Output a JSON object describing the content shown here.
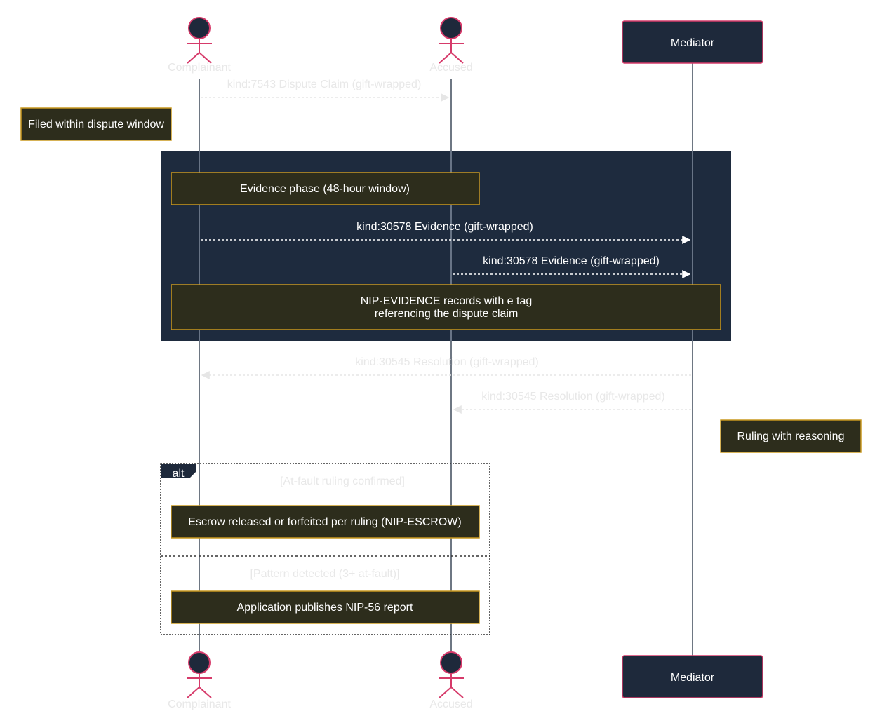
{
  "participants": {
    "complainant": "Complainant",
    "accused": "Accused",
    "mediator": "Mediator"
  },
  "messages": {
    "dispute_claim": "kind:7543 Dispute Claim (gift-wrapped)",
    "evidence_complainant": "kind:30578 Evidence (gift-wrapped)",
    "evidence_accused": "kind:30578 Evidence (gift-wrapped)",
    "resolution_complainant": "kind:30545 Resolution (gift-wrapped)",
    "resolution_accused": "kind:30545 Resolution (gift-wrapped)"
  },
  "notes": {
    "filed_window": "Filed within dispute window",
    "evidence_phase": "Evidence phase (48-hour window)",
    "nip_evidence_line1": "NIP-EVIDENCE records with e tag",
    "nip_evidence_line2": "referencing the dispute claim",
    "ruling": "Ruling with reasoning",
    "escrow": "Escrow released or forfeited per ruling (NIP-ESCROW)",
    "nip56": "Application publishes NIP-56 report"
  },
  "alt_block": {
    "label": "alt",
    "condition_1": "[At-fault ruling confirmed]",
    "condition_2": "[Pattern detected (3+ at-fault)]"
  },
  "colors": {
    "actor_fill": "#1e293b",
    "actor_stroke": "#d63a6a",
    "note_fill": "#2d2d1c",
    "note_stroke": "#c9981e",
    "highlight_region": "#1e2b3e",
    "arrow": "#ffffff",
    "faint_text": "#e8e8e8"
  }
}
